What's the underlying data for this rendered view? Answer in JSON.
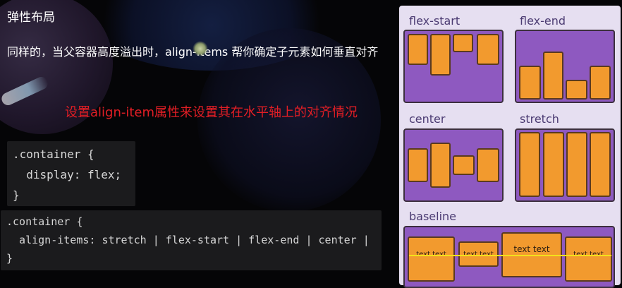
{
  "title": "弹性布局",
  "description": "同样的，当父容器高度溢出时，align-items 帮你确定子元素如何垂直对齐",
  "note": "设置align-item属性来设置其在水平轴上的对齐情况",
  "code1": [
    ".container {",
    "  display: flex;",
    "}"
  ],
  "code2": [
    ".container {",
    "  align-items: stretch | flex-start | flex-end | center |",
    "}"
  ],
  "illustration": {
    "labels": {
      "flex_start": "flex-start",
      "flex_end": "flex-end",
      "center": "center",
      "stretch": "stretch",
      "baseline": "baseline"
    },
    "baseline_texts": [
      "text text",
      "text text",
      "text text",
      "text text"
    ]
  },
  "colors": {
    "container_fill": "#8e59c0",
    "item_fill": "#f29a2e",
    "panel_bg": "#e6dff1",
    "label_color": "#4b3b72",
    "note_color": "#e31e25",
    "baseline_line": "#f4e11a"
  }
}
